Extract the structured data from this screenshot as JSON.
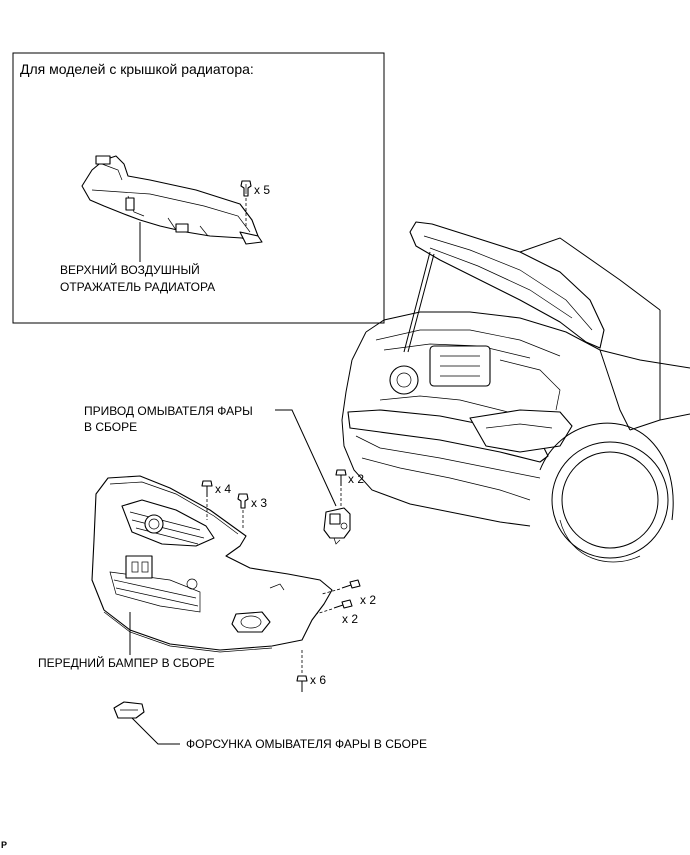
{
  "inset": {
    "title": "Для моделей с крышкой радиатора:"
  },
  "labels": {
    "upper_deflector_line1": "ВЕРХНИЙ ВОЗДУШНЫЙ",
    "upper_deflector_line2": "ОТРАЖАТЕЛЬ РАДИАТОРА",
    "washer_actuator_line1": "ПРИВОД ОМЫВАТЕЛЯ ФАРЫ",
    "washer_actuator_line2": "В СБОРЕ",
    "front_bumper": "ПЕРЕДНИЙ БАМПЕР В СБОРЕ",
    "washer_nozzle": "ФОРСУНКА ОМЫВАТЕЛЯ ФАРЫ В СБОРЕ"
  },
  "quantities": {
    "inset_clips": "x 5",
    "actuator_bolts": "x 2",
    "bumper_top_bolts": "x 4",
    "bumper_top_clips": "x 3",
    "side_screws_upper": "x 2",
    "side_screws_lower": "x 2",
    "bottom_screws": "x 6"
  },
  "figure_code": "P"
}
